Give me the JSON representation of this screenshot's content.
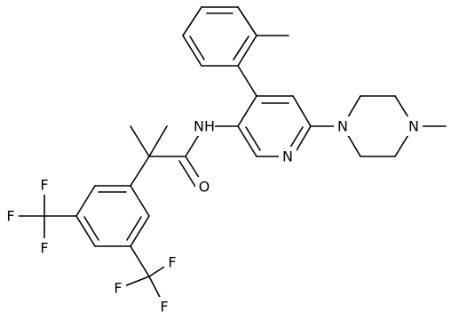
{
  "molecule": {
    "atoms": {
      "nh": "NH",
      "pyridine_n": "N",
      "piperazine_n1": "N",
      "piperazine_n4": "N",
      "carbonyl_o": "O",
      "cf3_left_f1": "F",
      "cf3_left_f2": "F",
      "cf3_left_f3": "F",
      "cf3_bottom_f1": "F",
      "cf3_bottom_f2": "F",
      "cf3_bottom_f3": "F"
    }
  }
}
